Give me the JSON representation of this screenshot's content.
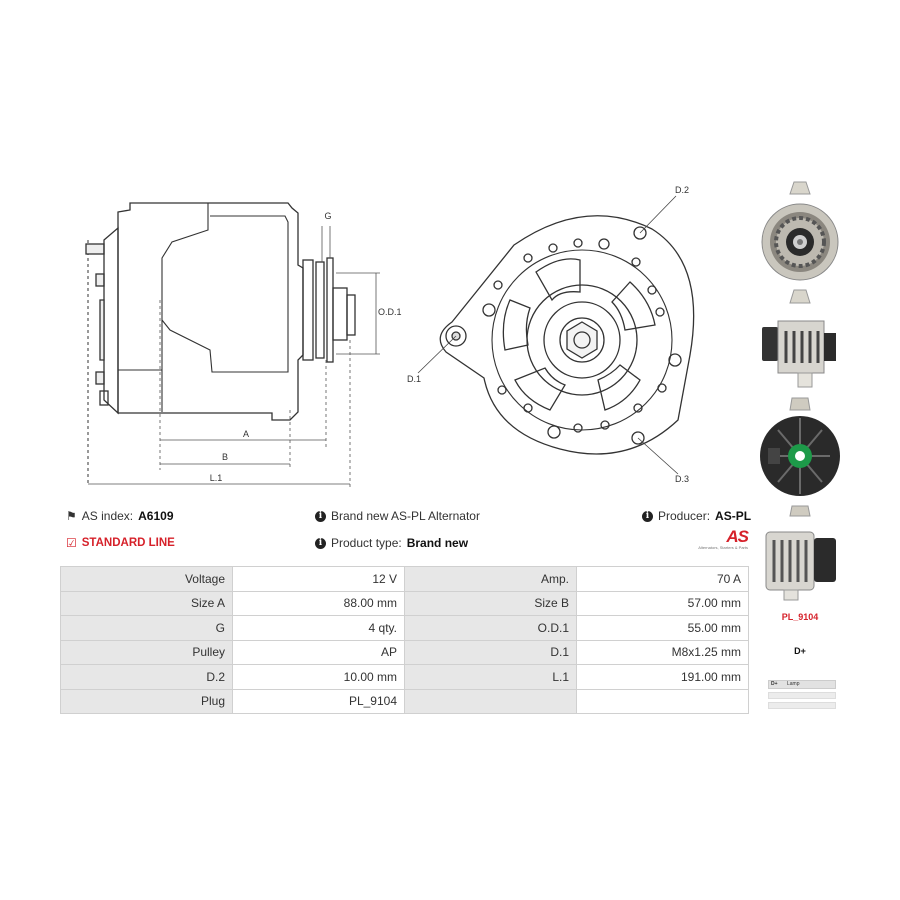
{
  "drawing": {
    "labels": {
      "g": "G",
      "od1": "O.D.1",
      "a": "A",
      "b": "B",
      "l1": "L.1",
      "d1": "D.1",
      "d2": "D.2",
      "d3": "D.3"
    }
  },
  "info": {
    "as_index_label": "AS index:",
    "as_index_value": "A6109",
    "description": "Brand new AS-PL Alternator",
    "producer_label": "Producer:",
    "producer_value": "AS-PL",
    "line": "STANDARD LINE",
    "product_type_label": "Product type:",
    "product_type_value": "Brand new"
  },
  "logo": {
    "mark": "AS",
    "tagline": "Alternators, Starters & Parts"
  },
  "specs": [
    {
      "label1": "Voltage",
      "value1": "12 V",
      "label2": "Amp.",
      "value2": "70 A"
    },
    {
      "label1": "Size A",
      "value1": "88.00 mm",
      "label2": "Size B",
      "value2": "57.00 mm"
    },
    {
      "label1": "G",
      "value1": "4 qty.",
      "label2": "O.D.1",
      "value2": "55.00 mm"
    },
    {
      "label1": "Pulley",
      "value1": "AP",
      "label2": "D.1",
      "value2": "M8x1.25 mm"
    },
    {
      "label1": "D.2",
      "value1": "10.00 mm",
      "label2": "L.1",
      "value2": "191.00 mm"
    },
    {
      "label1": "Plug",
      "value1": "PL_9104",
      "label2": "",
      "value2": ""
    }
  ],
  "sidebar": {
    "plug_code": "PL_9104",
    "terminal": "D+",
    "pin_table": [
      {
        "pin": "D+",
        "desc": "Lamp"
      }
    ]
  },
  "colors": {
    "accent": "#d6212a",
    "label_bg": "#e7e7e7",
    "border": "#d0d0d0"
  }
}
